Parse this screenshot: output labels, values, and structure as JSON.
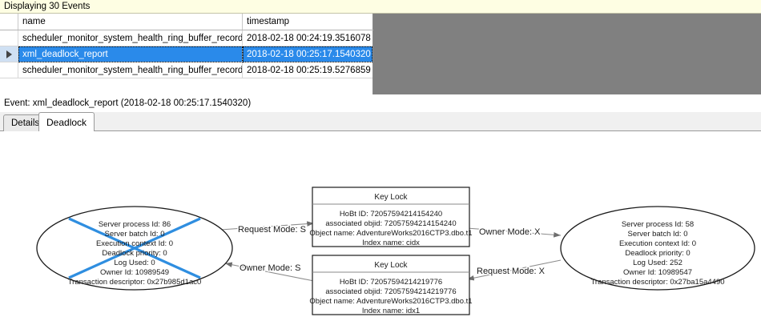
{
  "banner": {
    "text": "Displaying 30 Events"
  },
  "grid": {
    "columns": [
      "",
      "name",
      "timestamp"
    ],
    "rows": [
      {
        "selected": false,
        "indicator": "",
        "name": "scheduler_monitor_system_health_ring_buffer_recorded",
        "timestamp": "2018-02-18 00:24:19.3516078"
      },
      {
        "selected": true,
        "indicator": "row-selector-arrow",
        "name": "xml_deadlock_report",
        "timestamp": "2018-02-18 00:25:17.1540320"
      },
      {
        "selected": false,
        "indicator": "",
        "name": "scheduler_monitor_system_health_ring_buffer_recorded",
        "timestamp": "2018-02-18 00:25:19.5276859"
      }
    ],
    "selection_color": "#2a8aea"
  },
  "event_caption": {
    "text": "Event: xml_deadlock_report (2018-02-18 00:25:17.1540320)"
  },
  "tabs": [
    {
      "label": "Details",
      "active": false
    },
    {
      "label": "Deadlock",
      "active": true
    }
  ],
  "deadlock_graph": {
    "victim_marker_color": "#2f8ee0",
    "process_left": {
      "is_victim": true,
      "lines": [
        "Server process Id: 86",
        "Server batch Id: 0",
        "Execution context Id: 0",
        "Deadlock priority: 0",
        "Log Used: 0",
        "Owner Id: 10989549",
        "Transaction descriptor: 0x27b985d1ac0"
      ]
    },
    "process_right": {
      "is_victim": false,
      "lines": [
        "Server process Id: 58",
        "Server batch Id: 0",
        "Execution context Id: 0",
        "Deadlock priority: 0",
        "Log Used: 252",
        "Owner Id: 10989547",
        "Transaction descriptor: 0x27ba15a4490"
      ]
    },
    "resource_top": {
      "title": "Key Lock",
      "lines": [
        "HoBt ID: 72057594214154240",
        "associated objid: 72057594214154240",
        "Object name: AdventureWorks2016CTP3.dbo.t1",
        "Index name: cidx"
      ]
    },
    "resource_bottom": {
      "title": "Key Lock",
      "lines": [
        "HoBt ID: 72057594214219776",
        "associated objid: 72057594214219776",
        "Object name: AdventureWorks2016CTP3.dbo.t1",
        "Index name: idx1"
      ]
    },
    "edges": [
      {
        "id": "left-request-top",
        "label": "Request Mode: S"
      },
      {
        "id": "top-owner-right",
        "label": "Owner Mode: X"
      },
      {
        "id": "bottom-owner-left",
        "label": "Owner Mode: S"
      },
      {
        "id": "right-request-bottom",
        "label": "Request Mode: X"
      }
    ]
  }
}
